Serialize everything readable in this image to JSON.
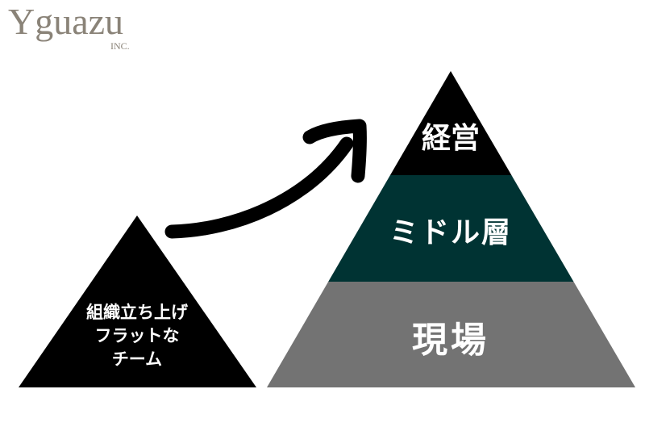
{
  "logo": {
    "name": "Yguazu",
    "suffix": "INC.",
    "color": "#8a8378"
  },
  "diagram": {
    "type": "pyramid-transition",
    "before": {
      "label_lines": [
        "組織立ち上げ",
        "フラットな",
        "チーム"
      ],
      "color": "#000000"
    },
    "arrow": {
      "direction": "up-right",
      "color": "#000000"
    },
    "after": {
      "layers": [
        {
          "label": "経営",
          "color": "#000000"
        },
        {
          "label": "ミドル層",
          "color": "#003333"
        },
        {
          "label": "現場",
          "color": "#737373"
        }
      ]
    }
  }
}
